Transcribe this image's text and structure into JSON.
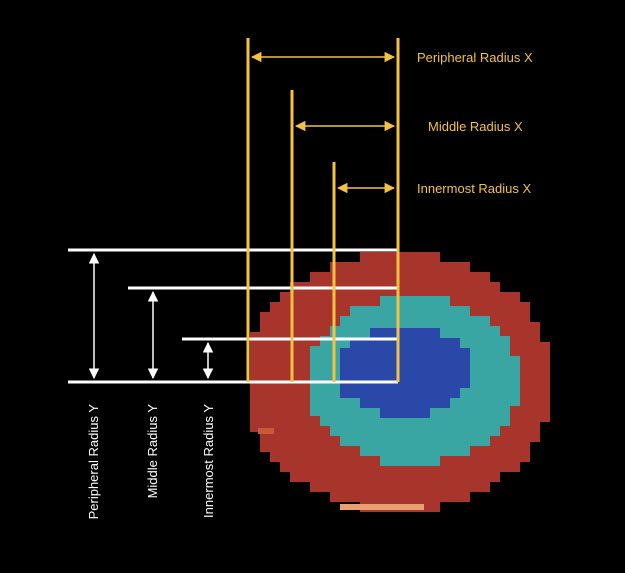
{
  "labels": {
    "peripheral_x": "Peripheral Radius X",
    "middle_x": "Middle Radius X",
    "innermost_x": "Innermost Radius X",
    "peripheral_y": "Peripheral Radius Y",
    "middle_y": "Middle Radius Y",
    "innermost_y": "Innermost Radius Y"
  },
  "colors": {
    "background": "#000000",
    "x_dimension": "#f4c242",
    "y_dimension": "#ffffff",
    "outer_region": "#a8352b",
    "middle_region": "#3aa6a3",
    "inner_region": "#2a48a8",
    "edge_highlight": "#e87a3a"
  }
}
